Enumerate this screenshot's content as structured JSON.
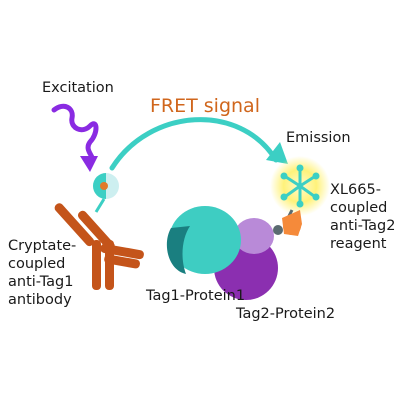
{
  "labels": {
    "excitation": "Excitation",
    "fret_signal": "FRET signal",
    "emission": "Emission",
    "acceptor_lines": [
      "XL665-",
      "coupled",
      "anti-Tag2",
      "reagent"
    ],
    "donor_lines": [
      "Cryptate-",
      "coupled",
      "anti-Tag1",
      "antibody"
    ],
    "protein1": "Tag1-Protein1",
    "protein2": "Tag2-Protein2"
  },
  "colors": {
    "excitation_wave": "#8a2be2",
    "fret_arrow": "#3ccfc4",
    "fret_text": "#d0661c",
    "antibody": "#c4541a",
    "protein1": "#3ecdc2",
    "protein1_dark": "#1a7f80",
    "protein2": "#8b2fb0",
    "protein2_light": "#b98ad8",
    "acceptor": "#f58a3a",
    "glow": "#fff27a",
    "fluor": "#3ccfc4"
  }
}
